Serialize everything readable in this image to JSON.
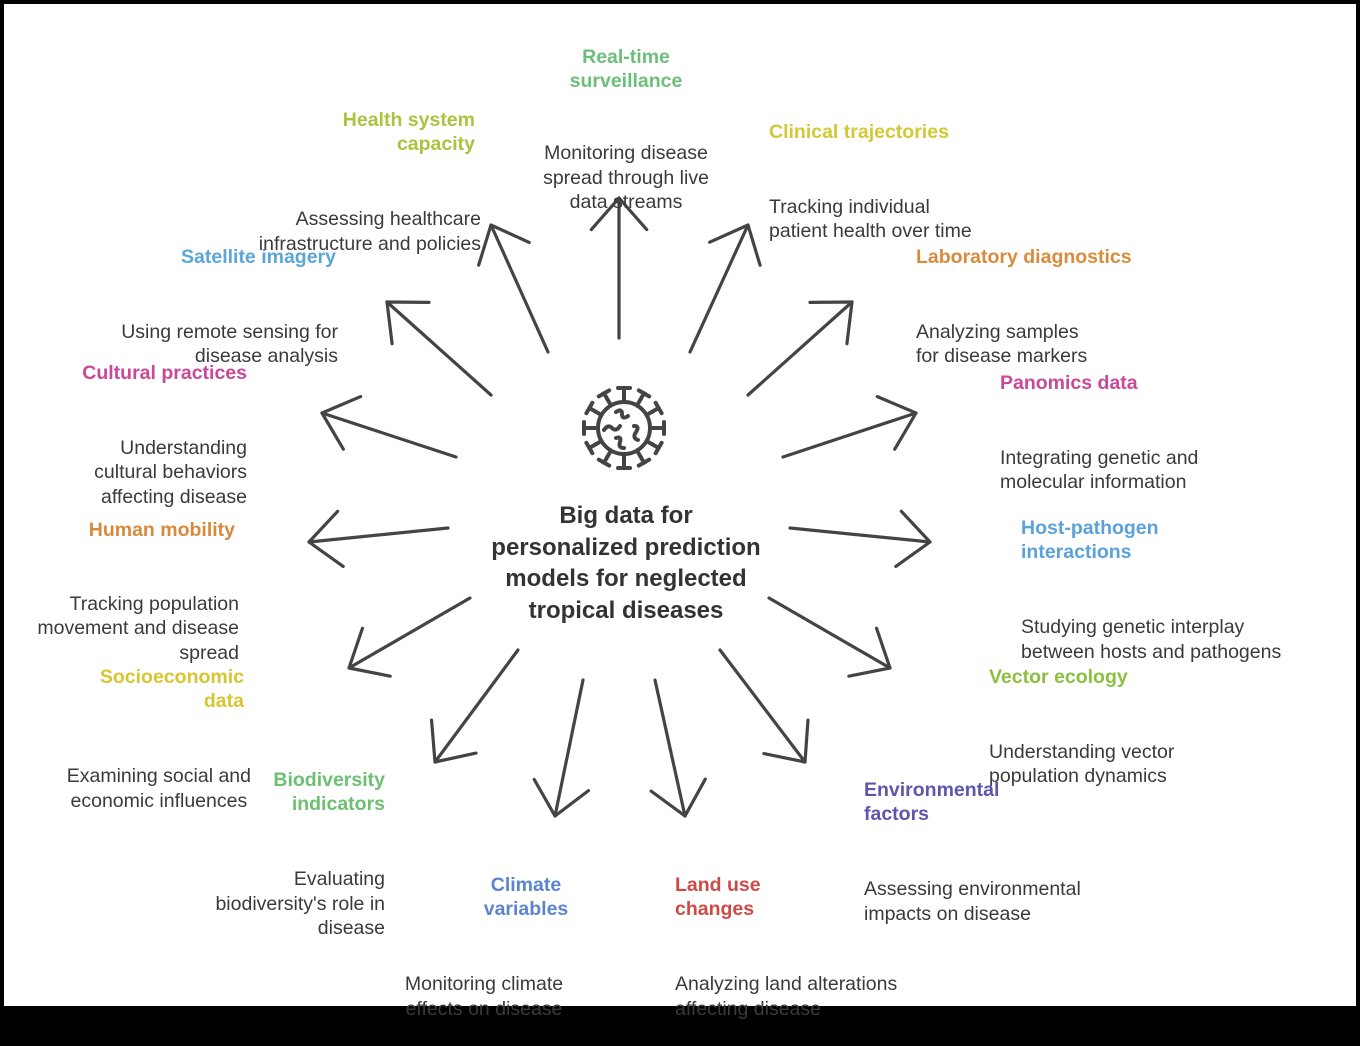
{
  "center_title": "Big data for\npersonalized prediction\nmodels for neglected\ntropical diseases",
  "center_icon": "virus-icon",
  "nodes": [
    {
      "title": "Real-time\nsurveillance",
      "desc": "Monitoring disease\nspread through live\ndata streams",
      "color": "#6cbf7a"
    },
    {
      "title": "Clinical trajectories",
      "desc": "Tracking individual\npatient health over time",
      "color": "#d2c935"
    },
    {
      "title": "Laboratory diagnostics",
      "desc": "Analyzing samples\nfor disease markers",
      "color": "#d98b3c"
    },
    {
      "title": "Panomics data",
      "desc": "Integrating genetic and\nmolecular information",
      "color": "#c8489a"
    },
    {
      "title": "Host-pathogen\ninteractions",
      "desc": "Studying genetic interplay\nbetween hosts and pathogens",
      "color": "#5aa2d8"
    },
    {
      "title": "Vector ecology",
      "desc": "Understanding vector\npopulation dynamics",
      "color": "#8dbf3e"
    },
    {
      "title": "Environmental\nfactors",
      "desc": "Assessing environmental\nimpacts on disease",
      "color": "#5e56ad"
    },
    {
      "title": "Land use\nchanges",
      "desc": "Analyzing land alterations\naffecting disease",
      "color": "#cf4a45"
    },
    {
      "title": "Climate\nvariables",
      "desc": "Monitoring climate\neffects on disease",
      "color": "#5b86cf"
    },
    {
      "title": "Biodiversity\nindicators",
      "desc": "Evaluating\nbiodiversity's role in\ndisease",
      "color": "#6dbf72"
    },
    {
      "title": "Socioeconomic\ndata",
      "desc": "Examining social and\neconomic influences",
      "color": "#d8c531"
    },
    {
      "title": "Human mobility",
      "desc": "Tracking population\nmovement and disease\nspread",
      "color": "#d88a3c"
    },
    {
      "title": "Cultural practices",
      "desc": "Understanding\ncultural behaviors\naffecting disease",
      "color": "#c8489a"
    },
    {
      "title": "Satellite imagery",
      "desc": "Using remote sensing for\ndisease analysis",
      "color": "#5aa6d9"
    },
    {
      "title": "Health system\ncapacity",
      "desc": "Assessing healthcare\ninfrastructure and policies",
      "color": "#a9c43e"
    }
  ]
}
